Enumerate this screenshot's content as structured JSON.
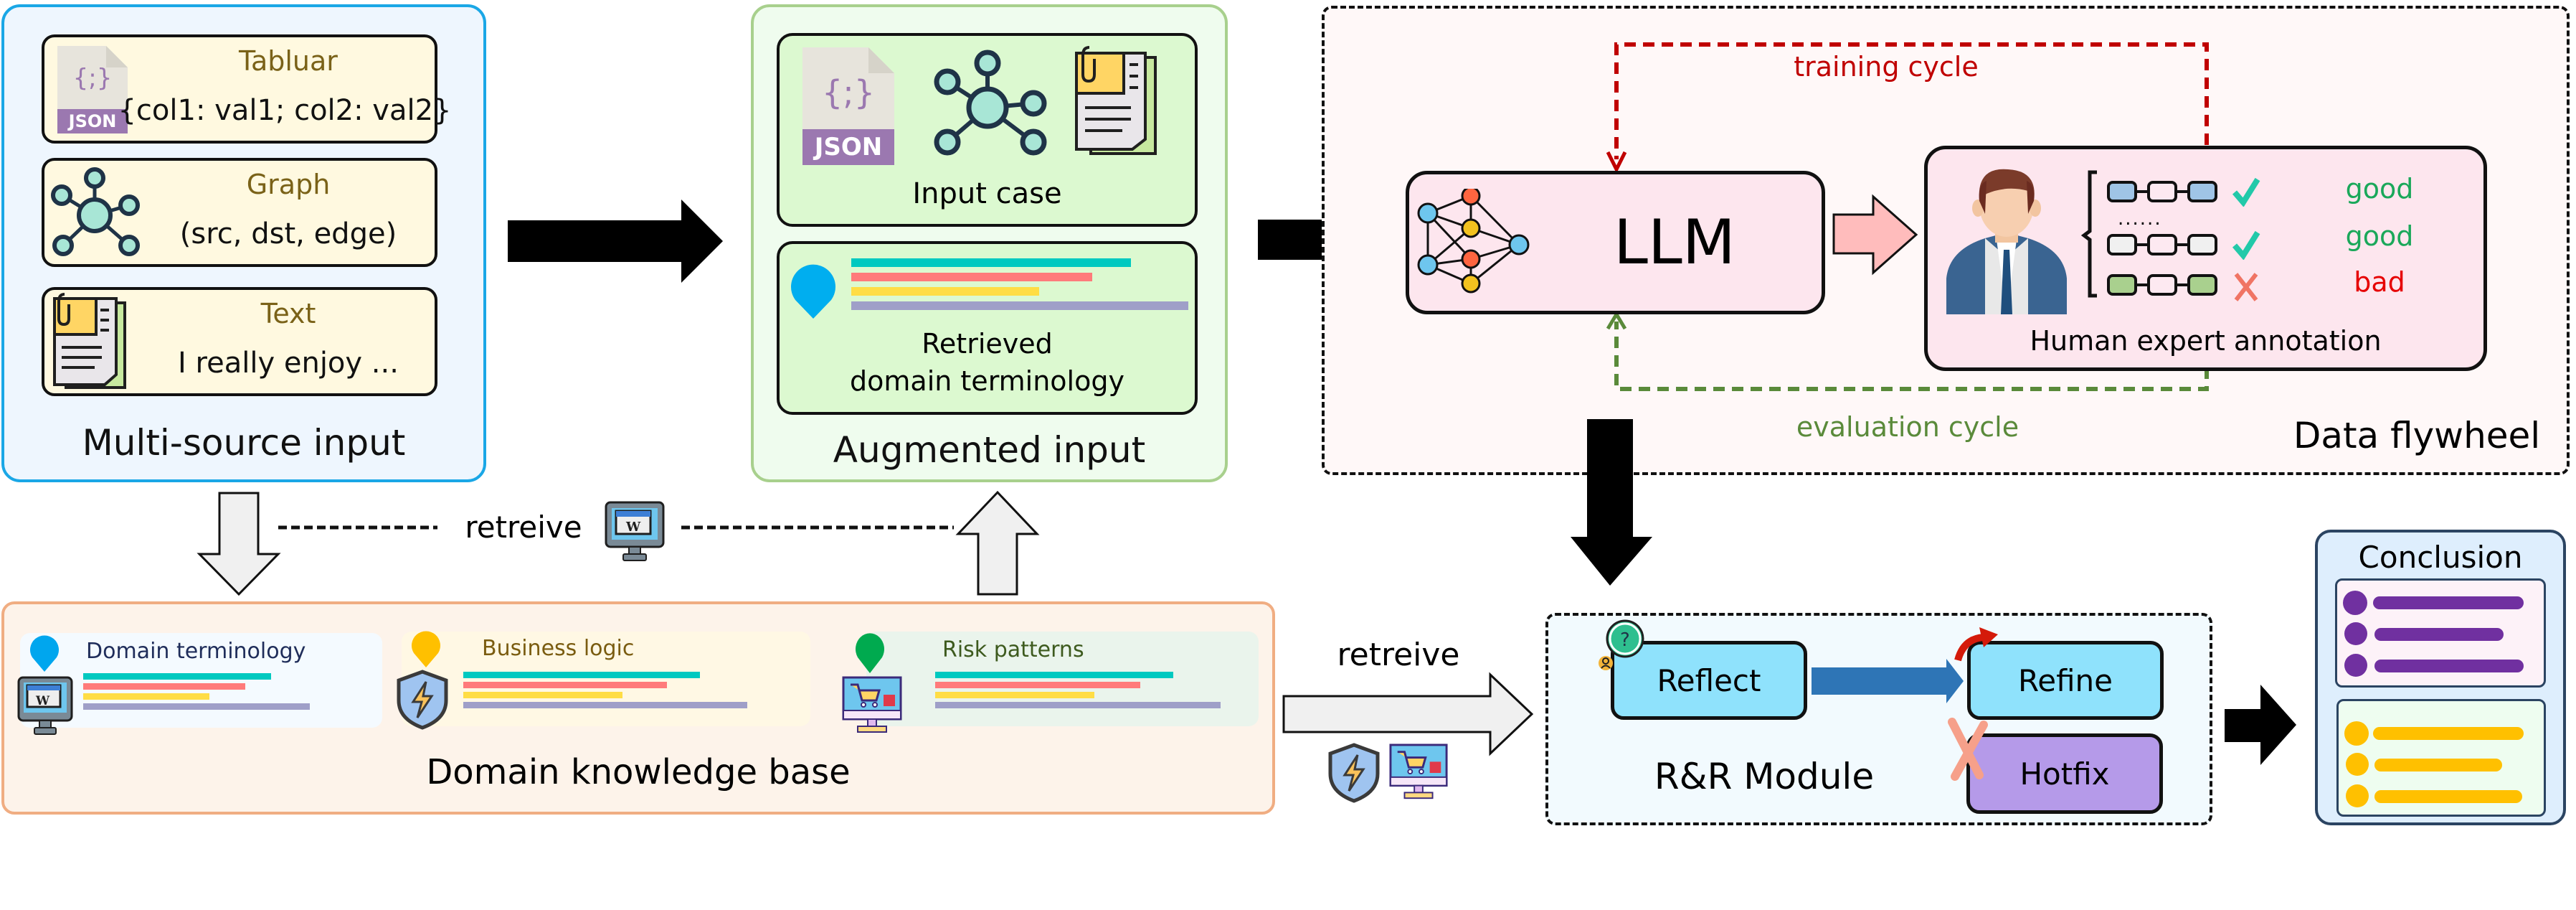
{
  "multi_source": {
    "title": "Multi-source input",
    "sources": [
      {
        "title": "Tabluar",
        "value": "{col1: val1; col2: val2}",
        "icon": "json-file-icon"
      },
      {
        "title": "Graph",
        "value": "(src, dst, edge)",
        "icon": "graph-network-icon"
      },
      {
        "title": "Text",
        "value": "I really enjoy ...",
        "icon": "document-icon"
      }
    ],
    "json_badge": "JSON",
    "json_glyph": "{;}"
  },
  "augmented": {
    "title": "Augmented input",
    "input_case_label": "Input case",
    "retrieved_label_line1": "Retrieved",
    "retrieved_label_line2": "domain terminology",
    "json_badge": "JSON",
    "json_glyph": "{;}"
  },
  "retrieve_top": {
    "label": "retreive",
    "icon": "wiki-monitor-icon"
  },
  "knowledge_base": {
    "title": "Domain knowledge base",
    "cards": [
      {
        "title": "Domain terminology",
        "pin_color": "#00a6ee",
        "title_color": "#1f2d5a",
        "icon": "wiki-monitor-icon"
      },
      {
        "title": "Business logic",
        "pin_color": "#ffc000",
        "title_color": "#7a5c10",
        "icon": "shield-lightning-icon"
      },
      {
        "title": "Risk patterns",
        "pin_color": "#00aa4f",
        "title_color": "#3d5a1e",
        "icon": "shopping-monitor-icon"
      }
    ]
  },
  "flywheel": {
    "title": "Data flywheel",
    "llm_label": "LLM",
    "training_cycle_label": "training cycle",
    "evaluation_cycle_label": "evaluation cycle",
    "annotation_label": "Human expert annotation",
    "ellipsis": "......",
    "annotations": [
      {
        "verdict": "good",
        "mark": "check",
        "color": "#1aa85a"
      },
      {
        "verdict": "good",
        "mark": "check",
        "color": "#1aa85a"
      },
      {
        "verdict": "bad",
        "mark": "cross",
        "color": "#e60000"
      }
    ],
    "colors": {
      "training": "#c00000",
      "evaluation": "#5a8a3a"
    }
  },
  "retrieve_bottom": {
    "label": "retreive"
  },
  "rr_module": {
    "title": "R&R Module",
    "reflect_label": "Reflect",
    "refine_label": "Refine",
    "hotfix_label": "Hotfix",
    "question_glyph": "?"
  },
  "conclusion": {
    "title": "Conclusion"
  }
}
